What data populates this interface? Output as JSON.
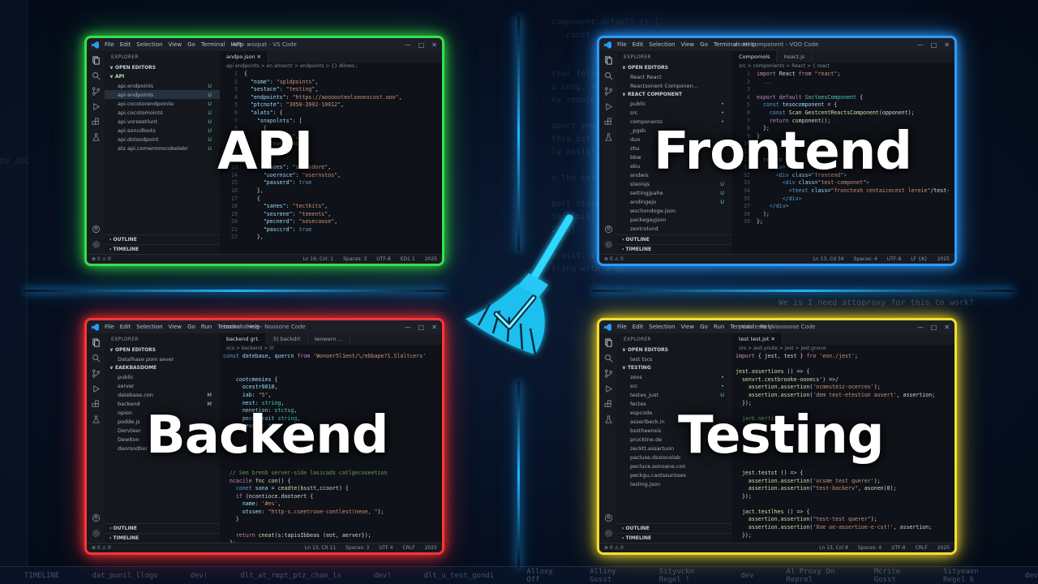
{
  "background": {
    "left_code": [
      "",
      "",
      "",
      "",
      "",
      "",
      "",
      "",
      "",
      "",
      "",
      "",
      "DV_JUL",
      "",
      "",
      "",
      "",
      "",
      "",
      "",
      "",
      "",
      ""
    ],
    "right_code": [
      "component.default () {",
      "   const",
      "",
      "",
      "that fells alo",
      "a song. The up",
      "ny remote that",
      "",
      "uport you poss",
      "this est-exist",
      "ly assist they",
      "",
      "n the extentio",
      "",
      "port stored. Th",
      "th limit]. It",
      "2507).",
      "",
      "e-vist. If you",
      "tring with a ge"
    ],
    "mid_text": "We is I need attoproxy for this to work?",
    "status_items": [
      "TIMELINE",
      "dat_punil_llogo",
      "dev!",
      "dlt_at_rmpt_ptz_chan_ls",
      "dev!",
      "dlt_u_test_gondi",
      "Alloxy Off",
      "Alliny Gosst",
      "Sityuckn Regel !",
      "dev",
      "Al Proxy On Reprel",
      "Mcrite Gosst",
      "Sityeaen Regel 6",
      "dev"
    ]
  },
  "panels": {
    "api": {
      "label": "API",
      "menu": [
        "File",
        "Edit",
        "Selection",
        "View",
        "Go",
        "Terminal",
        "Help"
      ],
      "window_title": "API - wsopat - VS Code",
      "explorer_label": "EXPLORER",
      "open_editors_label": "OPEN EDITORS",
      "folder": "API",
      "files": [
        {
          "name": "api.endpoints",
          "badge": "U"
        },
        {
          "name": "api endpoints",
          "badge": "U"
        },
        {
          "name": "api.cocotorendpointe",
          "badge": "U"
        },
        {
          "name": "api.cocotomoints",
          "badge": "U"
        },
        {
          "name": "api.vorseetlunt",
          "badge": "U"
        },
        {
          "name": "api.soncdloots",
          "badge": "U"
        },
        {
          "name": "api.dotsodpoint",
          "badge": "U"
        },
        {
          "name": "ats api.comemmocobelebr",
          "badge": "U"
        }
      ],
      "selected_index": 1,
      "footer": [
        "OUTLINE",
        "TIMELINE"
      ],
      "tab": "andpo.json",
      "crumbs": "api endpoints > en ahoectr > endpoints > {} Allows ;",
      "status_left": "⊗ 0 ⚠ 0",
      "status_right": [
        "Ln 16, Col: 1",
        "Spaces: 3",
        "UTF-8",
        "ED1 1",
        "2025"
      ]
    },
    "frontend": {
      "label": "Frontend",
      "menu": [
        "File",
        "Edit",
        "Selection",
        "View",
        "Go",
        "Terminal",
        "Help"
      ],
      "window_title": "react component - VOO Code",
      "explorer_label": "EXPLORER",
      "open_editors_label": "OPEN EDITORS",
      "open_files": [
        "React React",
        "Reactsonent Componen..."
      ],
      "folder": "REACT COMPONENT",
      "files": [
        {
          "name": "public",
          "badge": "•"
        },
        {
          "name": "src",
          "badge": "•"
        },
        {
          "name": "components",
          "badge": "•"
        },
        {
          "name": "_pgsb",
          "badge": ""
        },
        {
          "name": "duo",
          "badge": ""
        },
        {
          "name": "zhu",
          "badge": ""
        },
        {
          "name": "bbw",
          "badge": ""
        },
        {
          "name": "ebu",
          "badge": ""
        },
        {
          "name": "andwis",
          "badge": ""
        },
        {
          "name": "steoisjs",
          "badge": "U"
        },
        {
          "name": "settingjpahe",
          "badge": "U"
        },
        {
          "name": "andingejo",
          "badge": "U"
        },
        {
          "name": "wschondoge.json",
          "badge": ""
        },
        {
          "name": "packegayjson",
          "badge": ""
        },
        {
          "name": "zeotrolund",
          "badge": ""
        }
      ],
      "footer": [
        "OUTLINE",
        "TIMELINE"
      ],
      "tabs": [
        "Compomols",
        "Ireact.js"
      ],
      "crumbs": "src > componients > React > { react",
      "status_left": "⊗ 0 ⚠ 0",
      "status_right": [
        "Ln 13, Cd 34",
        "Spaces: 4",
        "UTF-8",
        "LF {A}",
        "2025"
      ]
    },
    "backend": {
      "label": "Backend",
      "menu": [
        "File",
        "Edit",
        "Selection",
        "View",
        "Go",
        "Run",
        "Terminal",
        "Help"
      ],
      "window_title": "backend vse - Noosone Code",
      "explorer_label": "EXPLORER",
      "open_editors_label": "OPEN EDITORS",
      "open_files": [
        "Datalhase pom sever"
      ],
      "folder": "EAEKBASDOME",
      "files": [
        {
          "name": "public",
          "badge": ""
        },
        {
          "name": "server",
          "badge": ""
        },
        {
          "name": "datebase.con",
          "badge": "M"
        },
        {
          "name": "backend",
          "badge": "M"
        },
        {
          "name": "opion",
          "badge": ""
        },
        {
          "name": "podde.js",
          "badge": ""
        },
        {
          "name": "Dervteer",
          "badge": ""
        },
        {
          "name": "Dewlton",
          "badge": ""
        },
        {
          "name": "daorsodber",
          "badge": ""
        }
      ],
      "footer": [
        "OUTLINE",
        "TIMELINE"
      ],
      "tabs": [
        "backend grt.",
        "5) backdrt",
        "iwowern ..."
      ],
      "crumbs": "ocs > backend > lit",
      "status_left": "⊗ 0 ⚠ 0",
      "status_right": [
        "Ln 13, Cit 11",
        "Spaces: 3",
        "UTF 4",
        "CRLF",
        "2025"
      ]
    },
    "testing": {
      "label": "Testing",
      "menu": [
        "File",
        "Edit",
        "Selection",
        "View",
        "Go",
        "Run",
        "Terminal",
        "Help"
      ],
      "window_title": "pest tests - Vaoooose Code",
      "explorer_label": "EXPLORER",
      "open_editors_label": "OPEN EDITORS",
      "open_files": [
        "test tscs"
      ],
      "folder": "TESTING",
      "files": [
        {
          "name": "zeos",
          "badge": "•"
        },
        {
          "name": "src",
          "badge": "•"
        },
        {
          "name": "testes_just",
          "badge": "U"
        },
        {
          "name": "fectes",
          "badge": ""
        },
        {
          "name": "espcode",
          "badge": ""
        },
        {
          "name": "asserlbeck.in",
          "badge": ""
        },
        {
          "name": "bsstheensis",
          "badge": ""
        },
        {
          "name": "prucktne.de",
          "badge": ""
        },
        {
          "name": "zecktt.assartuon",
          "badge": ""
        },
        {
          "name": "pacluse.dsstocelab",
          "badge": ""
        },
        {
          "name": "pecluce.sonoane.con",
          "badge": ""
        },
        {
          "name": "peckgu.caotssuntoes",
          "badge": ""
        },
        {
          "name": "tesling.json",
          "badge": ""
        }
      ],
      "footer": [
        "OUTLINE",
        "TIMELINE"
      ],
      "tab": "test test.jot",
      "crumbs": "ors > jest.youte > jest > jest.gnoce",
      "status_left": "⊗ 0 ⚠ 0",
      "status_right": [
        "Ln 13, Col 8",
        "Spaces: 4",
        "UTF-8",
        "CRLF",
        "2025"
      ]
    }
  }
}
